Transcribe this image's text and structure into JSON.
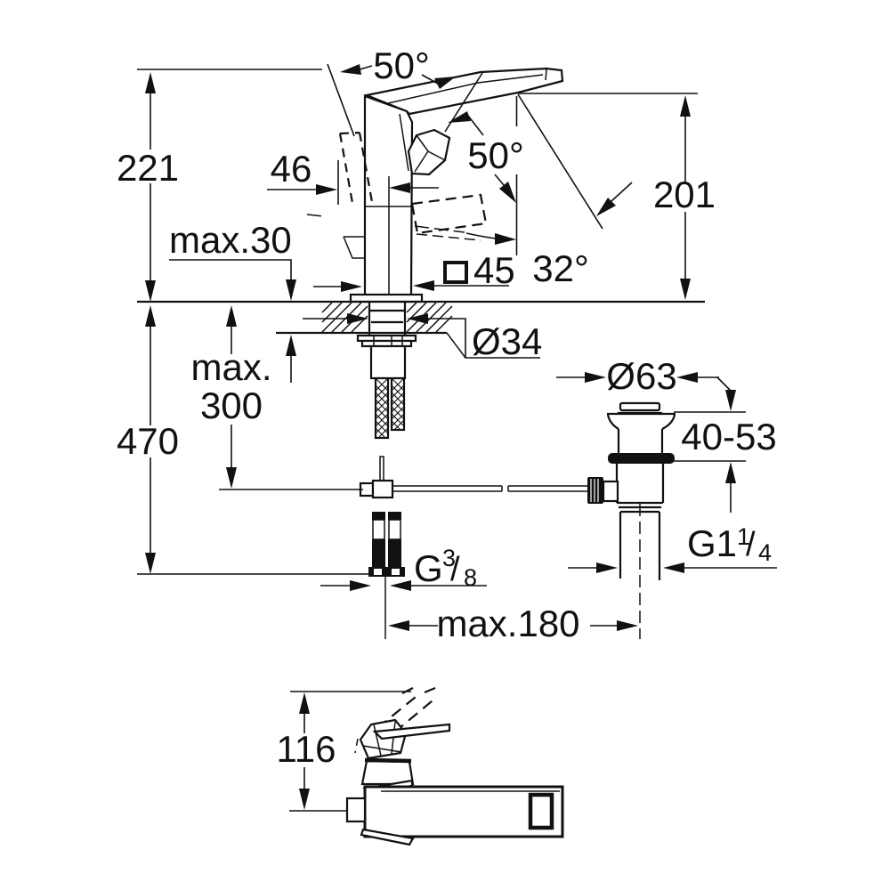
{
  "drawing": {
    "type": "technical-dimension-drawing",
    "subject": "single-lever basin mixer faucet with pop-up waste, side view, drain detail and front view",
    "colors": {
      "line": "#111111",
      "background": "#ffffff"
    }
  },
  "labels": {
    "angle_lever_top": "50°",
    "angle_spout": "50°",
    "angle_handle_down": "32°",
    "width_46": "46",
    "height_221": "221",
    "height_201": "201",
    "counter_max_thickness": "max.30",
    "square_45": "45",
    "dia_34": "Ø34",
    "max300_word": "max.",
    "max300_value": "300",
    "height_470": "470",
    "dia_63": "Ø63",
    "range_40_53": "40-53",
    "g114_main": "G1",
    "g114_sup": "1",
    "g114_slash": "/",
    "g114_sub": "4",
    "g38_main": "G",
    "g38_sup": "3",
    "g38_slash": "/",
    "g38_sub": "8",
    "max_180": "max.180",
    "height_116": "116"
  }
}
